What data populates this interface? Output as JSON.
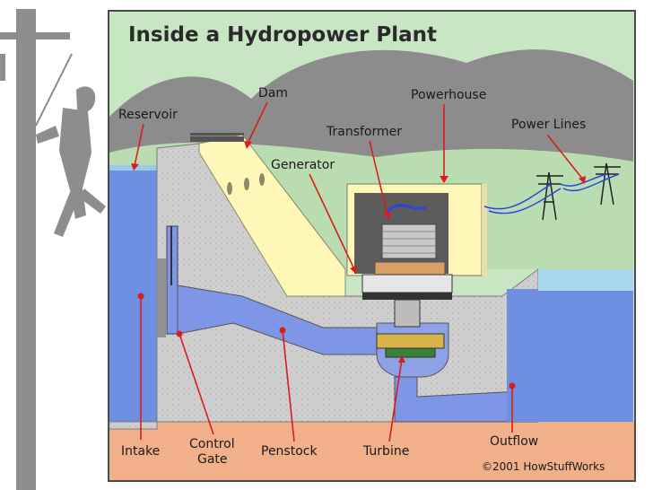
{
  "diagram": {
    "title": "Inside a Hydropower Plant",
    "credit": "©2001 HowStuffWorks",
    "labels": {
      "reservoir": "Reservoir",
      "dam": "Dam",
      "powerhouse": "Powerhouse",
      "transformer": "Transformer",
      "power_lines": "Power Lines",
      "generator": "Generator",
      "intake": "Intake",
      "control_gate_line1": "Control",
      "control_gate_line2": "Gate",
      "penstock": "Penstock",
      "turbine": "Turbine",
      "outflow": "Outflow"
    }
  },
  "colors": {
    "sky": "#c8e6c4",
    "hills": "#8b8b8b",
    "water": "#6f8fe0",
    "concrete": "#d0d0d0",
    "earth": "#f2b08a",
    "dam_face": "#fff7b8",
    "leader": "#d91c1c"
  }
}
